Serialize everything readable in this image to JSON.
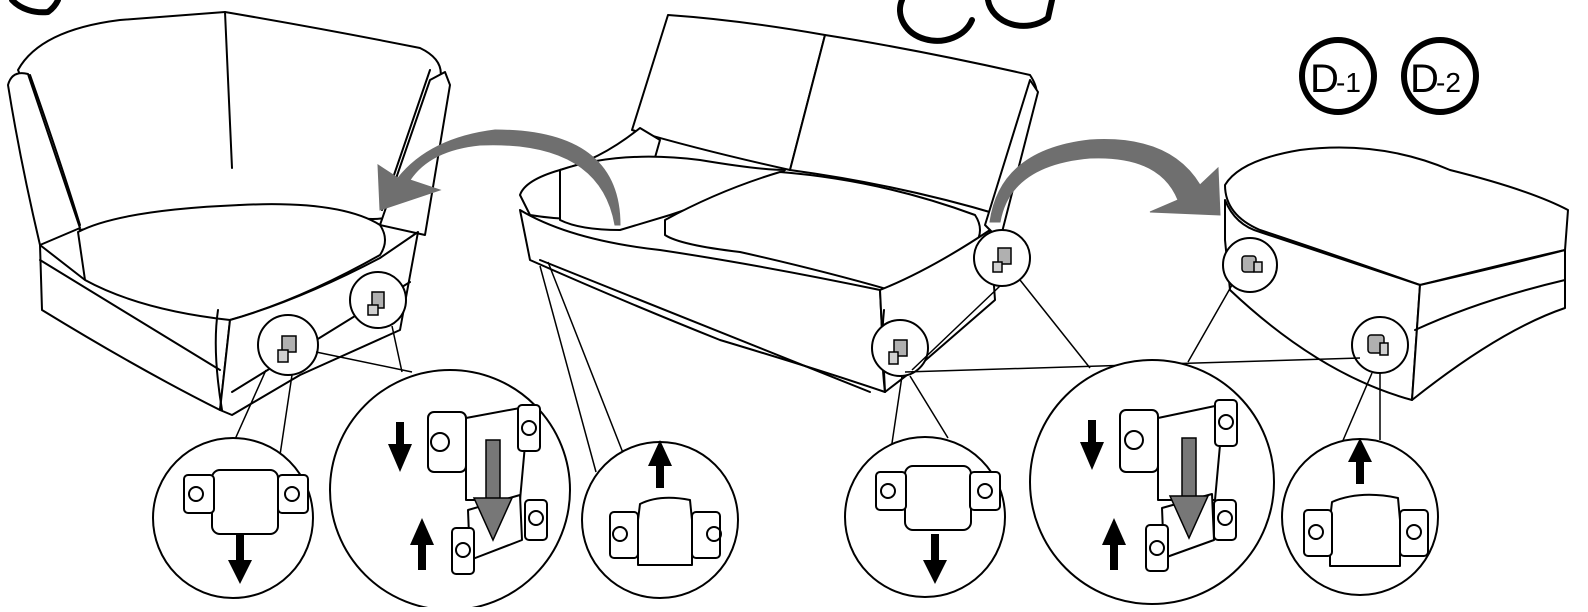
{
  "badges": {
    "d1": {
      "letter": "D",
      "suffix": "-1"
    },
    "d2": {
      "letter": "D",
      "suffix": "-2"
    }
  },
  "colors": {
    "line": "#000000",
    "background": "#ffffff",
    "arrow": "#6f6f6f",
    "bracket": "#b0b0b0"
  },
  "icons": {
    "corner_seat": "corner-sofa-section-icon",
    "two_seat": "two-seat-sofa-section-icon",
    "ottoman": "ottoman-section-icon",
    "connector": "connector-bracket-icon"
  }
}
